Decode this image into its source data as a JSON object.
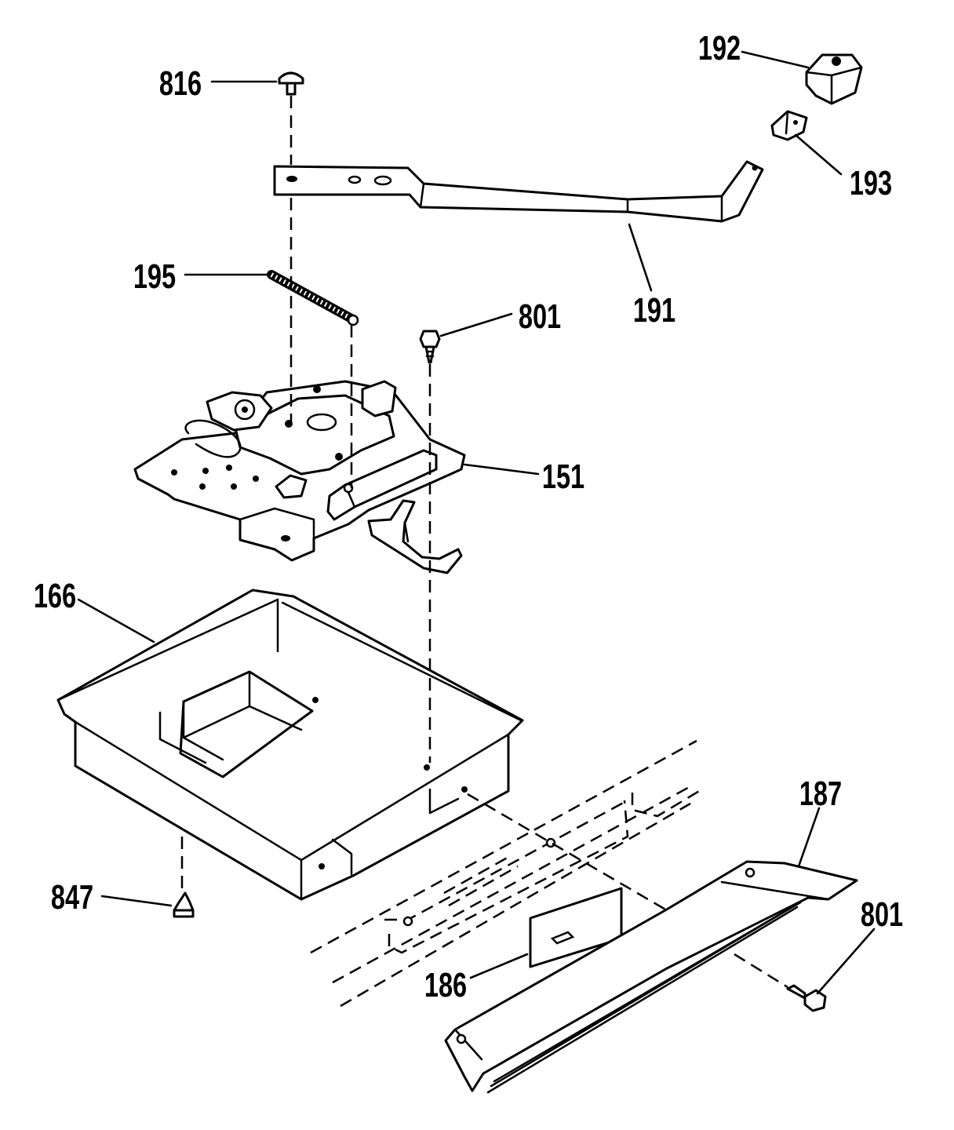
{
  "callouts": {
    "c816": "816",
    "c192": "192",
    "c193": "193",
    "c191": "191",
    "c195": "195",
    "c801_top": "801",
    "c151": "151",
    "c166": "166",
    "c187": "187",
    "c801_bottom": "801",
    "c847": "847",
    "c186": "186"
  },
  "colors": {
    "ink": "#000000",
    "paper": "#ffffff"
  }
}
